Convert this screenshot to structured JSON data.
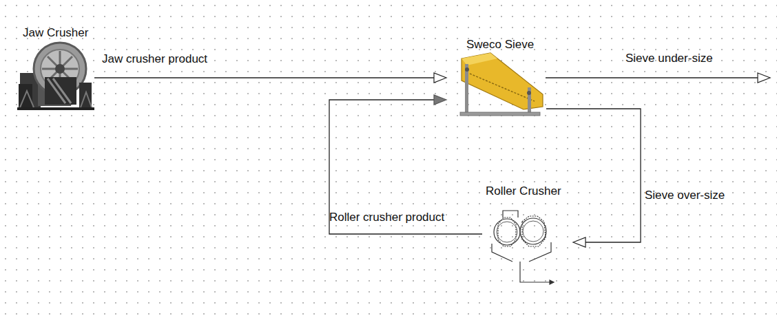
{
  "diagram": {
    "nodes": [
      {
        "text": [
          "Jaw Crusher"
        ]
      },
      {
        "text": [
          "Sweco Sieve"
        ]
      },
      {
        "text": [
          "Roller Crusher"
        ]
      }
    ],
    "edges": [
      {
        "from": 0,
        "to": 1,
        "arrow": "to",
        "label": "Jaw crusher product"
      },
      {
        "from": 1,
        "to": 2,
        "arrow": "to",
        "label": "Sieve over-size"
      },
      {
        "from": 2,
        "to": 1,
        "arrow": "to",
        "label": "Roller crusher product"
      }
    ],
    "labels": [
      "Sieve under-size"
    ]
  }
}
